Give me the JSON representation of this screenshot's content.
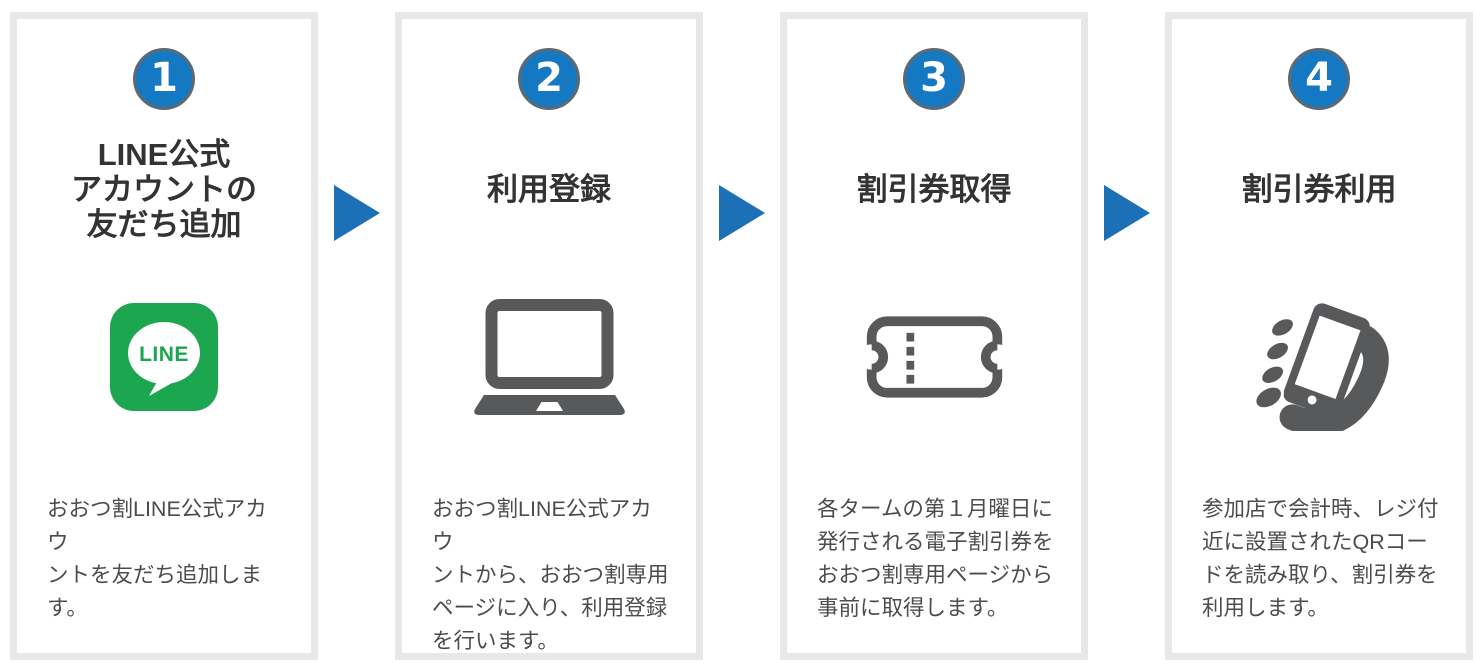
{
  "colors": {
    "step_circle": "#1478c2",
    "circle_rim": "#5d6a73",
    "arrow": "#1c70b6",
    "icon_gray": "#58595b",
    "card_border": "#e8e8e8",
    "title_text": "#333333",
    "body_text": "#4b4c4e",
    "line_green": "#1ba64f"
  },
  "steps": [
    {
      "number": "1",
      "title": "LINE公式\nアカウントの\n友だち追加",
      "icon": "line-app-icon",
      "line_wordmark": "LINE",
      "description": "おおつ割LINE公式アカウ\nントを友だち追加しま\nす。"
    },
    {
      "number": "2",
      "title": "利用登録",
      "icon": "laptop-icon",
      "description": "おおつ割LINE公式アカウ\nントから、おおつ割専用\nページに入り、利用登録\nを行います。"
    },
    {
      "number": "3",
      "title": "割引券取得",
      "icon": "ticket-icon",
      "description": "各タームの第１月曜日に\n発行される電子割引券を\nおおつ割専用ページから\n事前に取得します。"
    },
    {
      "number": "4",
      "title": "割引券利用",
      "icon": "smartphone-hand-icon",
      "description": "参加店で会計時、レジ付\n近に設置されたQRコー\nドを読み取り、割引券を\n利用します。"
    }
  ]
}
